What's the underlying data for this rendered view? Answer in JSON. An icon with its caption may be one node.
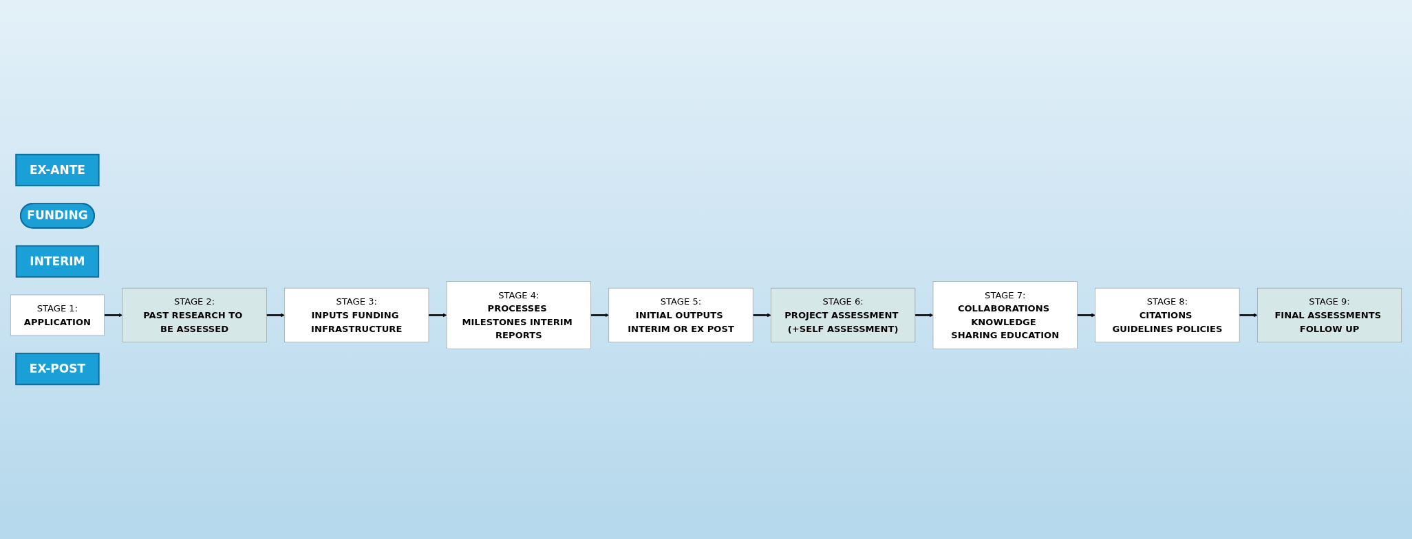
{
  "diagram": {
    "nodes": [
      {
        "text": [
          "EX-ANTE"
        ]
      },
      {
        "text": [
          "FUNDING"
        ]
      },
      {
        "text": [
          "INTERIM"
        ]
      },
      {
        "text": [
          "STAGE 1:",
          "APPLICATION"
        ]
      },
      {
        "text": [
          "STAGE 2:",
          "PAST RESEARCH TO BE ASSESSED"
        ]
      },
      {
        "text": [
          "STAGE 3:",
          "INPUTS FUNDING INFRASTRUCTURE"
        ]
      },
      {
        "text": [
          "STAGE 4:",
          "PROCESSES MILESTONES INTERIM REPORTS"
        ]
      },
      {
        "text": [
          "STAGE 5:",
          "INITIAL OUTPUTS INTERIM OR EX POST"
        ]
      },
      {
        "text": [
          "STAGE 6:",
          "PROJECT ASSESSMENT (+SELF ASSESSMENT)"
        ]
      },
      {
        "text": [
          "STAGE 7:",
          "COLLABORATIONS KNOWLEDGE SHARING EDUCATION"
        ]
      },
      {
        "text": [
          "STAGE 8:",
          "CITATIONS GUIDELINES POLICIES"
        ]
      },
      {
        "text": [
          "STAGE 9:",
          "FINAL ASSESSMENTS FOLLOW UP"
        ]
      },
      {
        "text": [
          "EX-POST"
        ]
      }
    ],
    "edges": [
      {
        "from": 3,
        "to": 4,
        "arrow": "to"
      },
      {
        "from": 4,
        "to": 5,
        "arrow": "to"
      },
      {
        "from": 5,
        "to": 6,
        "arrow": "to"
      },
      {
        "from": 6,
        "to": 7,
        "arrow": "to"
      },
      {
        "from": 7,
        "to": 8,
        "arrow": "to"
      },
      {
        "from": 8,
        "to": 9,
        "arrow": "to"
      },
      {
        "from": 9,
        "to": 10,
        "arrow": "to"
      },
      {
        "from": 10,
        "to": 11,
        "arrow": "to"
      }
    ]
  }
}
